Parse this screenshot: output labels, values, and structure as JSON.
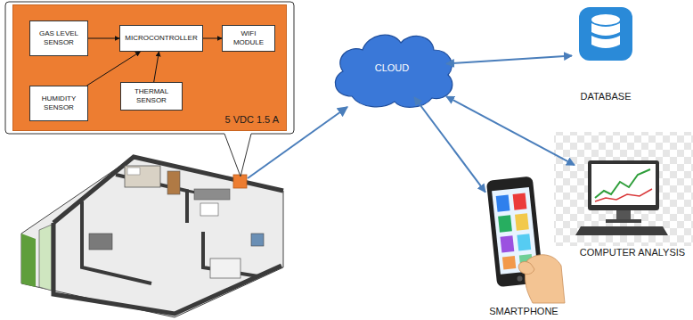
{
  "diagram": {
    "nodes": [
      {
        "text": [
          "5 VDC 1.5 A"
        ]
      },
      {
        "text": [
          "GAS LEVEL SENSOR"
        ],
        "in": 0
      },
      {
        "text": [
          "MICROCONTROLLER"
        ],
        "in": 0
      },
      {
        "text": [
          "WIFI MODULE"
        ],
        "in": 0
      },
      {
        "text": [
          "HUMIDITY SENSOR"
        ],
        "in": 0
      },
      {
        "text": [
          "THERMAL SENSOR"
        ],
        "in": 0
      },
      {
        "text": [
          "CLOUD"
        ]
      },
      {
        "text": [
          "DATABASE"
        ]
      },
      {
        "text": [
          "COMPUTER ANALYSIS"
        ]
      },
      {
        "text": [
          "SMARTPHONE"
        ]
      }
    ],
    "edges": [
      {
        "from": 1,
        "to": 2,
        "arrow": "to"
      },
      {
        "from": 4,
        "to": 2,
        "arrow": "to"
      },
      {
        "from": 5,
        "to": 2,
        "arrow": "to"
      },
      {
        "from": 2,
        "to": 3,
        "arrow": "to"
      },
      {
        "from": 6,
        "to": 7,
        "arrow": "both"
      },
      {
        "from": 6,
        "to": 8,
        "arrow": "both"
      },
      {
        "from": 6,
        "to": 9,
        "arrow": "both"
      }
    ]
  }
}
